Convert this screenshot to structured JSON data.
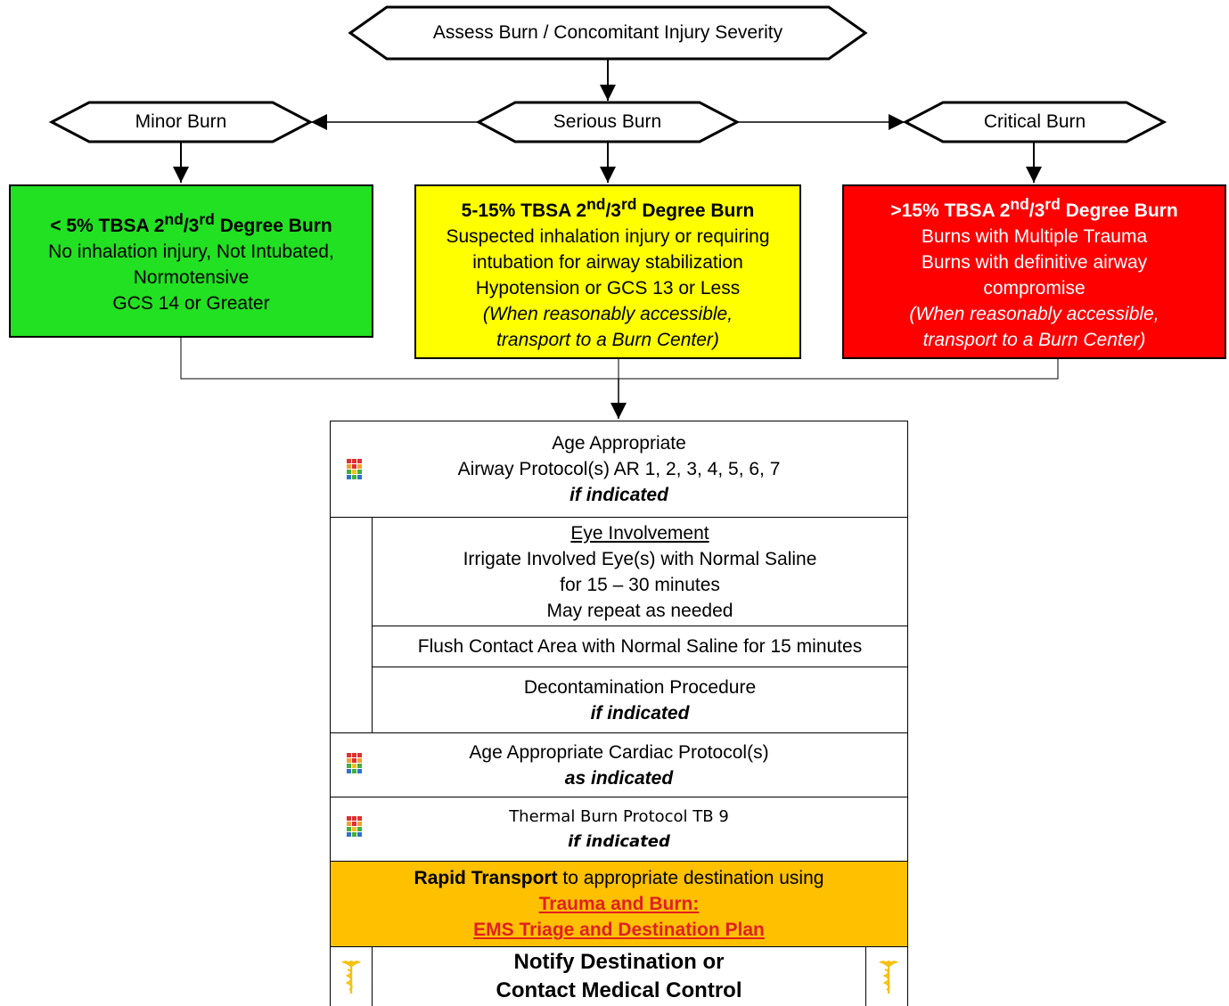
{
  "flowchart": {
    "top": {
      "label": "Assess Burn / Concomitant Injury Severity"
    },
    "categories": {
      "minor": "Minor Burn",
      "serious": "Serious Burn",
      "critical": "Critical Burn"
    },
    "minor_box": {
      "heading_pre": "< 5% TBSA 2",
      "sup1": "nd",
      "mid": "/3",
      "sup2": "rd",
      "heading_post": " Degree Burn",
      "line1": "No inhalation injury, Not Intubated,",
      "line2": "Normotensive",
      "line3": "GCS 14 or Greater",
      "color": "#22e022"
    },
    "serious_box": {
      "heading_pre": "5-15% TBSA 2",
      "sup1": "nd",
      "mid": "/3",
      "sup2": "rd",
      "heading_post": " Degree Burn",
      "line1": "Suspected inhalation injury or requiring",
      "line2": "intubation for airway stabilization",
      "line3": "Hypotension or GCS 13 or Less",
      "note1": "(When reasonably accessible,",
      "note2": "transport to a Burn Center)",
      "color": "#ffff00"
    },
    "critical_box": {
      "heading_pre": ">15% TBSA 2",
      "sup1": "nd",
      "mid": "/3",
      "sup2": "rd",
      "heading_post": " Degree Burn",
      "line1": "Burns with Multiple Trauma",
      "line2": "Burns with definitive airway",
      "line3": "compromise",
      "note1": "(When reasonably accessible,",
      "note2": "transport to a Burn Center)",
      "color": "#ff0000"
    },
    "airway": {
      "line1": "Age Appropriate",
      "line2": "Airway Protocol(s) AR 1, 2, 3, 4, 5, 6, 7",
      "line3": "if indicated",
      "icon": "protocol-grid-icon"
    },
    "eye": {
      "title": "Eye Involvement",
      "line1": "Irrigate Involved Eye(s) with Normal Saline",
      "line2": "for 15 – 30 minutes",
      "line3": "May repeat as needed"
    },
    "flush": {
      "label": "Flush Contact Area with Normal Saline for 15 minutes"
    },
    "decon": {
      "line1": "Decontamination Procedure",
      "line2": "if indicated"
    },
    "cardiac": {
      "line1": "Age Appropriate Cardiac Protocol(s)",
      "line2": "as indicated",
      "icon": "protocol-grid-icon"
    },
    "thermal": {
      "line1": "Thermal Burn Protocol TB 9",
      "line2": "if indicated",
      "icon": "protocol-grid-icon"
    },
    "transport": {
      "bold": "Rapid Transport",
      "rest": " to appropriate destination using",
      "link1": "Trauma and Burn:",
      "link2": "EMS Triage and Destination Plan",
      "color": "#ffc000"
    },
    "notify": {
      "line1": "Notify Destination or",
      "line2": "Contact Medical Control",
      "icon": "caduceus-icon"
    }
  }
}
